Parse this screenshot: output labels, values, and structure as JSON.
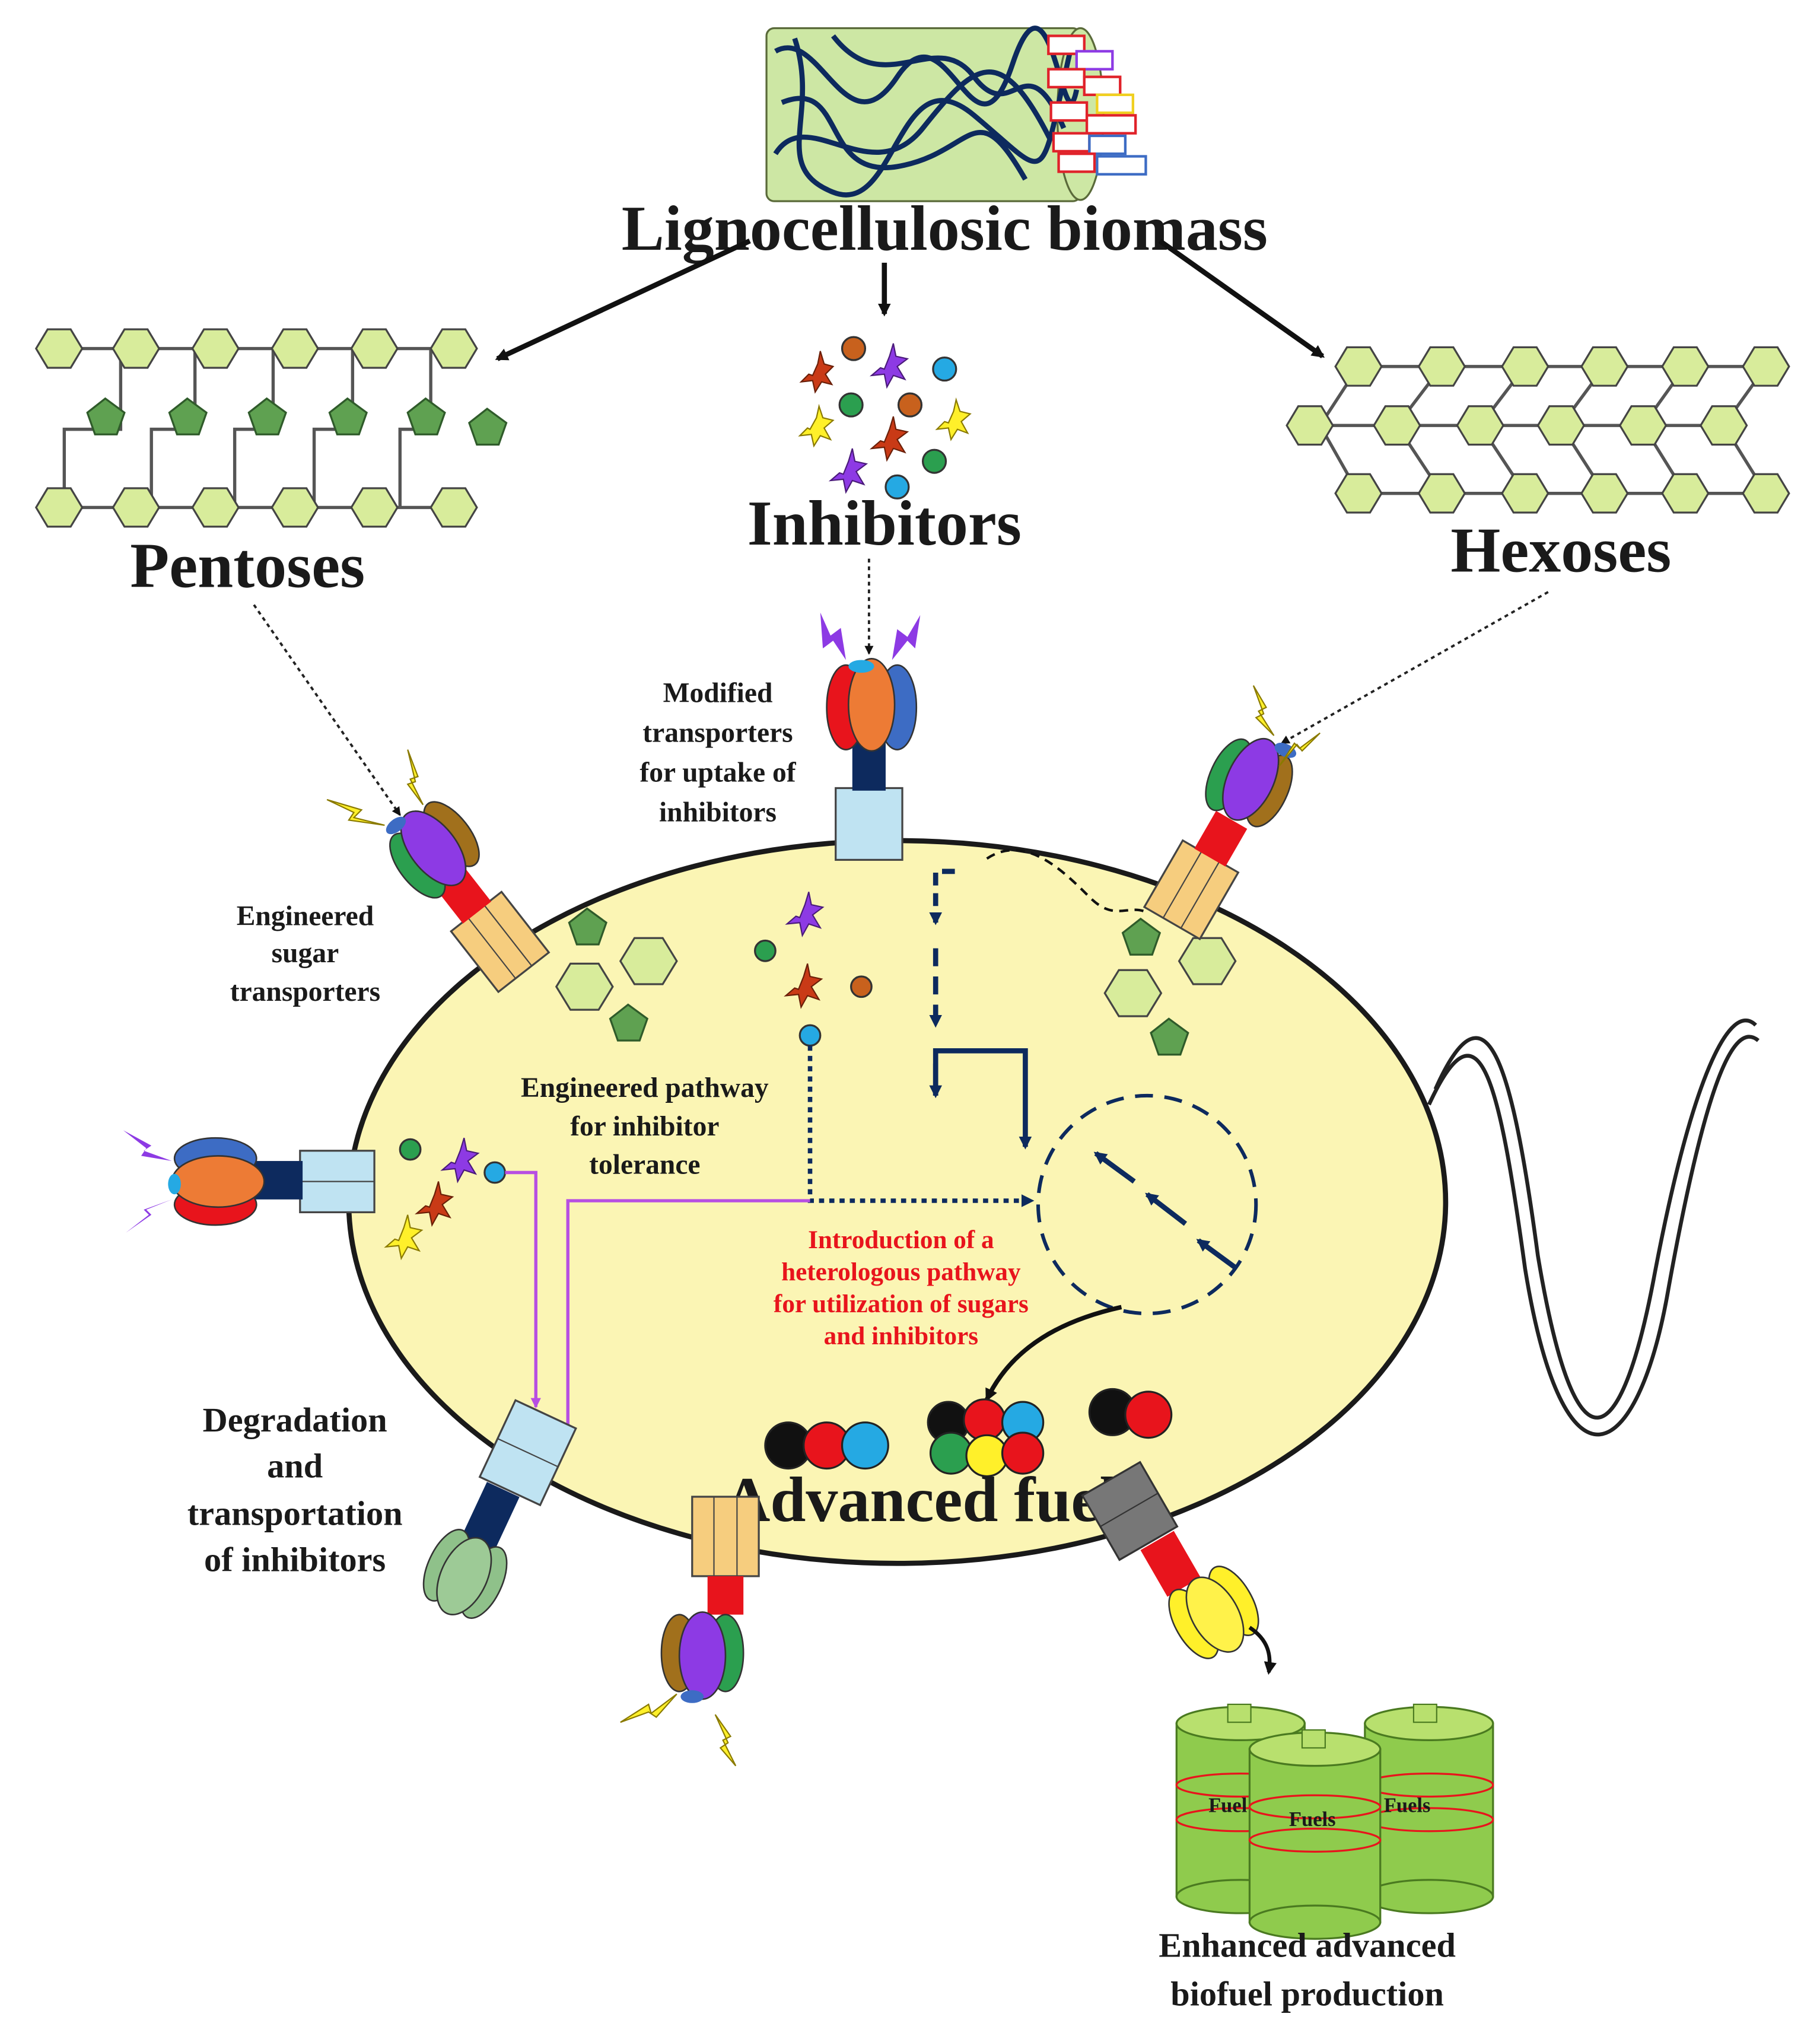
{
  "colors": {
    "cell_fill": "#fbf5b4",
    "hexose_fill": "#d8ec9b",
    "pentose_fill": "#5fa151",
    "membrane_blue": "#bfe3f2",
    "membrane_orange": "#f6cd7e",
    "navy": "#0d2a5e",
    "red": "#e8141c",
    "purple": "#8d3ae4",
    "orange": "#ed7b35",
    "blue": "#3d6cc4",
    "green": "#2b9f4f",
    "brown": "#a1701c",
    "yellow": "#fff02a",
    "cyan": "#25a9e3",
    "fuel_green": "#8fcb4d",
    "pathway_magenta": "#b74ee2"
  },
  "labels": {
    "biomass": "Lignocellulosic biomass",
    "pentoses": "Pentoses",
    "inhibitors": "Inhibitors",
    "hexoses": "Hexoses",
    "modified_transporters": [
      "Modified",
      "transporters",
      "for uptake of",
      "inhibitors"
    ],
    "sugar_transporters": [
      "Engineered",
      "sugar",
      "transporters"
    ],
    "inhibitor_pathway": [
      "Engineered pathway",
      "for inhibitor",
      "tolerance"
    ],
    "heterologous_pathway": [
      "Introduction of a",
      "heterologous pathway",
      "for utilization of sugars",
      "and inhibitors"
    ],
    "degradation": [
      "Degradation",
      "and",
      "transportation",
      "of inhibitors"
    ],
    "advanced_fuels": "Advanced fuels",
    "enhanced": [
      "Enhanced advanced",
      "biofuel production"
    ],
    "fuel_barrels": [
      "Fuel",
      "Fuels",
      "Fuels"
    ]
  },
  "icons": {
    "biomass": "lignocellulose-fiber-icon",
    "inhibitor_molecules": "star-and-circle-molecules-icon",
    "transporter": "multi-lobed-transporter-icon",
    "fuel_tank": "fuel-barrel-icon",
    "flagellum": "wavy-tail-icon"
  }
}
